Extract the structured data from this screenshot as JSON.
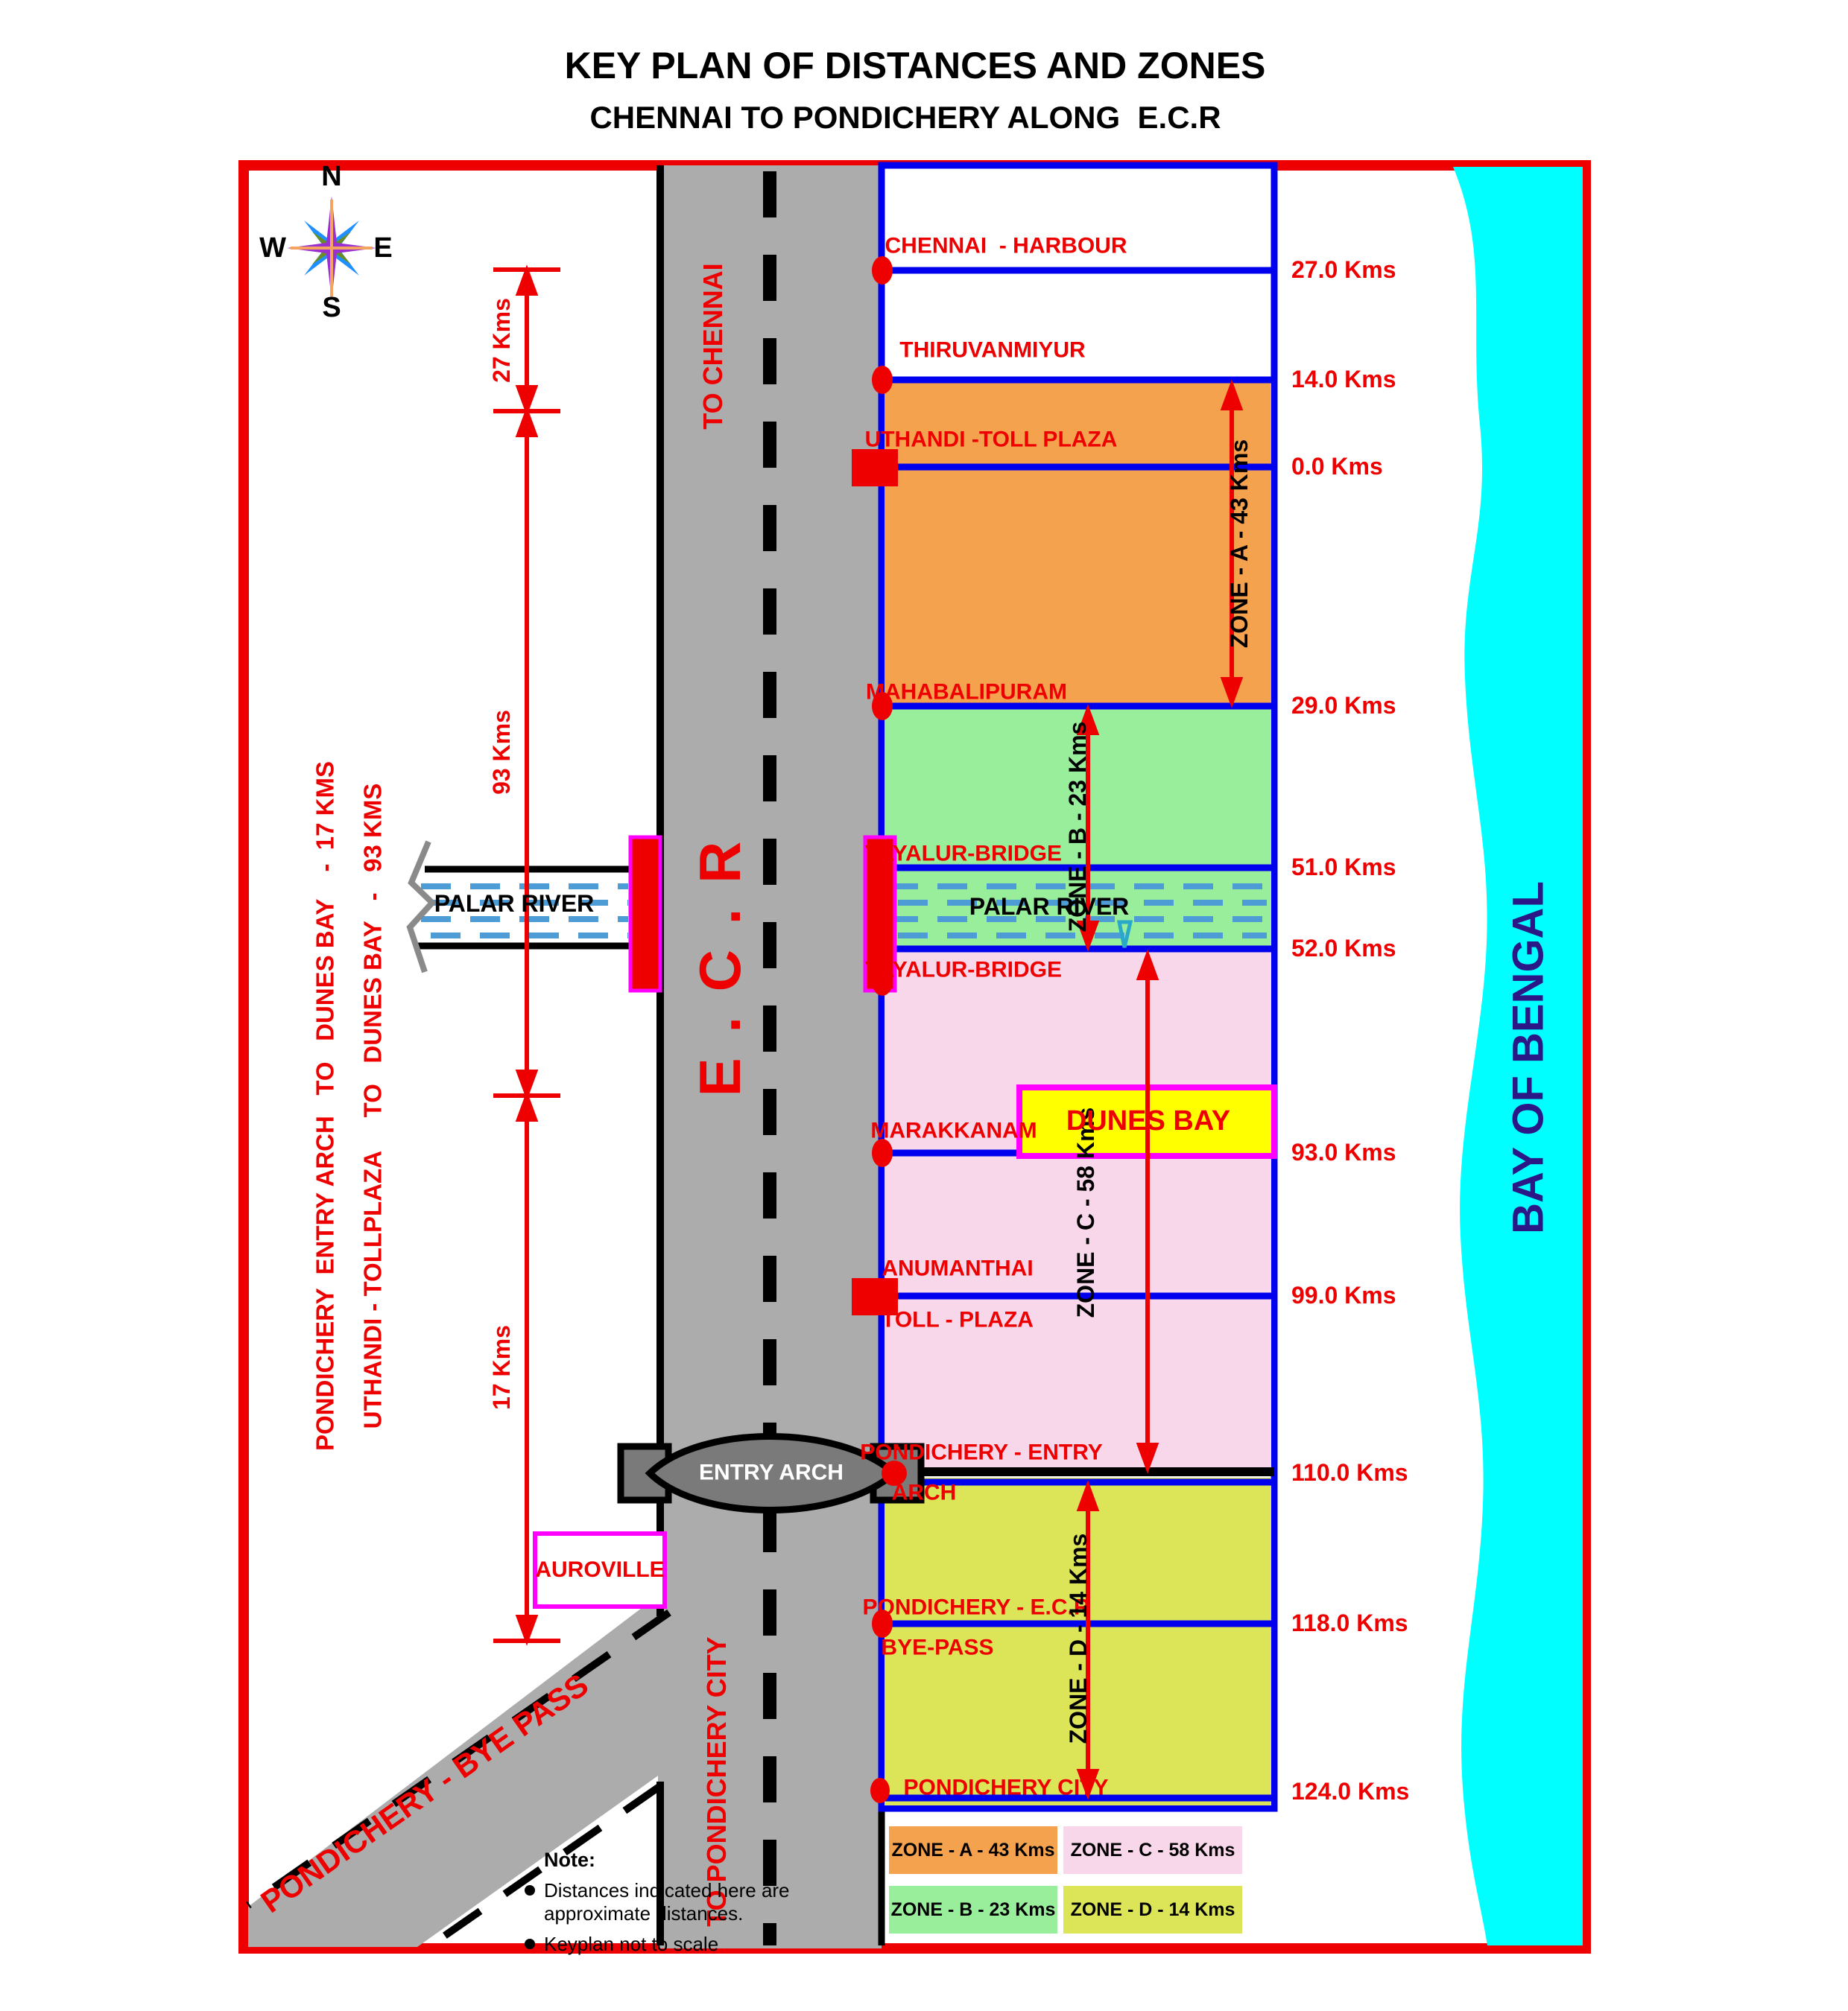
{
  "title": {
    "main": "KEY PLAN OF DISTANCES AND ZONES",
    "subtitle": "CHENNAI TO PONDICHERY ALONG  E.C.R"
  },
  "compass": {
    "n": "N",
    "s": "S",
    "e": "E",
    "w": "W"
  },
  "road": {
    "name": "E . C . R",
    "to_chennai": "TO CHENNAI",
    "to_pondichery": "TO PONDICHERY CITY",
    "bye_pass": "PONDICHERY - BYE PASS",
    "entry_arch": "ENTRY ARCH",
    "auroville": "AUROVILLE"
  },
  "rivers": {
    "west": "PALAR RIVER",
    "east": "PALAR RIVER"
  },
  "bay": {
    "label": "BAY OF BENGAL"
  },
  "side_notes": {
    "line1": "PONDICHERY  ENTRY ARCH   TO   DUNES BAY    -  17 KMS",
    "line2": "UTHANDI - TOLLPLAZA     TO   DUNES BAY   -   93 KMS"
  },
  "dims": {
    "d27": "27 Kms",
    "d93": "93 Kms",
    "d17": "17 Kms"
  },
  "stations": {
    "chennai": {
      "name": "CHENNAI  - HARBOUR",
      "km": "27.0 Kms"
    },
    "thiruvanmiyur": {
      "name": "THIRUVANMIYUR",
      "km": "14.0 Kms"
    },
    "uthandi": {
      "name": "UTHANDI -TOLL PLAZA",
      "km": "0.0 Kms"
    },
    "mahabalipuram": {
      "name": "MAHABALIPURAM",
      "km": "29.0 Kms"
    },
    "vayalur_north": {
      "name": "VAYALUR-BRIDGE",
      "km": "51.0 Kms"
    },
    "palar": {
      "km": "52.0 Kms"
    },
    "vayalur_south": {
      "name": "VAYALUR-BRIDGE"
    },
    "marakkanam": {
      "name": "MARAKKANAM",
      "km": "93.0 Kms"
    },
    "anumanthai": {
      "name": "ANUMANTHAI",
      "name2": "TOLL - PLAZA",
      "km": "99.0 Kms"
    },
    "pondy_entry": {
      "name": "PONDICHERY - ENTRY",
      "name2": "ARCH",
      "km": "110.0 Kms"
    },
    "pondy_ecr": {
      "name": "PONDICHERY - E.C.R",
      "name2": "BYE-PASS",
      "km": "118.0 Kms"
    },
    "pondy_city": {
      "name": "PONDICHERY CITY",
      "km": "124.0 Kms"
    }
  },
  "dunes_bay": {
    "label": "DUNES BAY"
  },
  "zone_arrows": {
    "a": "ZONE - A - 43 Kms",
    "b": "ZONE - B - 23 Kms",
    "c": "ZONE - C - 58 Kms",
    "d": "ZONE - D - 14 Kms"
  },
  "legend": {
    "a": "ZONE - A - 43 Kms",
    "b": "ZONE - B - 23 Kms",
    "c": "ZONE - C - 58 Kms",
    "d": "ZONE - D - 14 Kms"
  },
  "note": {
    "heading": "Note:",
    "bullet1": "Distances indicated here are approximate distances.",
    "bullet2": "Keyplan not to scale"
  },
  "colors": {
    "zone_a": "#F5A24F",
    "zone_b": "#98EE9B",
    "zone_c": "#F8D7EA",
    "zone_d": "#DCE557",
    "bay": "#00FFFF",
    "road": "#ACACAC",
    "line_blue": "#0000EE",
    "accent_red": "#EE0000",
    "magenta": "#FF00FF",
    "dunes_yellow": "#FFFF00"
  }
}
